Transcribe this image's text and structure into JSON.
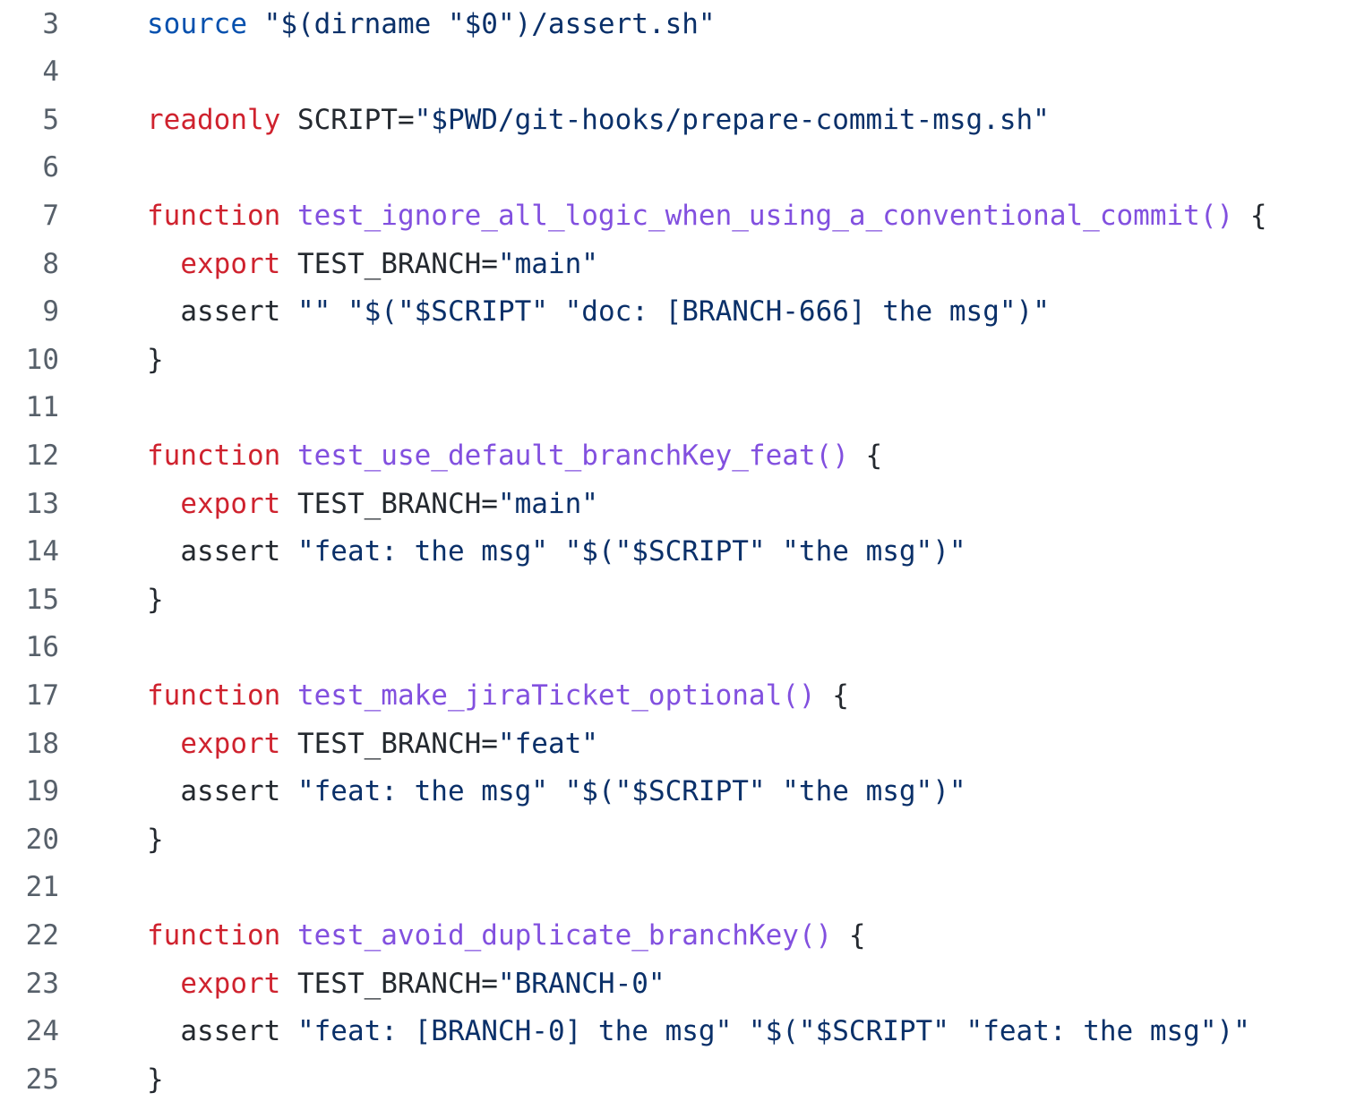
{
  "colors": {
    "background": "#ffffff",
    "line_number": "#57606a",
    "plain": "#24292f",
    "keyword": "#cf222e",
    "builtin": "#0550ae",
    "string": "#0a3069",
    "function": "#8250df"
  },
  "lines": [
    {
      "number": "3",
      "tokens": [
        {
          "type": "builtin",
          "text": "source"
        },
        {
          "type": "plain",
          "text": " "
        },
        {
          "type": "string",
          "text": "\"$(dirname \"$0\")/assert.sh\""
        }
      ]
    },
    {
      "number": "4",
      "tokens": []
    },
    {
      "number": "5",
      "tokens": [
        {
          "type": "keyword",
          "text": "readonly"
        },
        {
          "type": "plain",
          "text": " SCRIPT="
        },
        {
          "type": "string",
          "text": "\"$PWD/git-hooks/prepare-commit-msg.sh\""
        }
      ]
    },
    {
      "number": "6",
      "tokens": []
    },
    {
      "number": "7",
      "tokens": [
        {
          "type": "keyword",
          "text": "function"
        },
        {
          "type": "plain",
          "text": " "
        },
        {
          "type": "function",
          "text": "test_ignore_all_logic_when_using_a_conventional_commit()"
        },
        {
          "type": "plain",
          "text": " {"
        }
      ]
    },
    {
      "number": "8",
      "tokens": [
        {
          "type": "plain",
          "text": "  "
        },
        {
          "type": "keyword",
          "text": "export"
        },
        {
          "type": "plain",
          "text": " TEST_BRANCH="
        },
        {
          "type": "string",
          "text": "\"main\""
        }
      ]
    },
    {
      "number": "9",
      "tokens": [
        {
          "type": "plain",
          "text": "  assert "
        },
        {
          "type": "string",
          "text": "\"\""
        },
        {
          "type": "plain",
          "text": " "
        },
        {
          "type": "string",
          "text": "\"$(\"$SCRIPT\" \"doc: [BRANCH-666] the msg\")\""
        }
      ]
    },
    {
      "number": "10",
      "tokens": [
        {
          "type": "plain",
          "text": "}"
        }
      ]
    },
    {
      "number": "11",
      "tokens": []
    },
    {
      "number": "12",
      "tokens": [
        {
          "type": "keyword",
          "text": "function"
        },
        {
          "type": "plain",
          "text": " "
        },
        {
          "type": "function",
          "text": "test_use_default_branchKey_feat()"
        },
        {
          "type": "plain",
          "text": " {"
        }
      ]
    },
    {
      "number": "13",
      "tokens": [
        {
          "type": "plain",
          "text": "  "
        },
        {
          "type": "keyword",
          "text": "export"
        },
        {
          "type": "plain",
          "text": " TEST_BRANCH="
        },
        {
          "type": "string",
          "text": "\"main\""
        }
      ]
    },
    {
      "number": "14",
      "tokens": [
        {
          "type": "plain",
          "text": "  assert "
        },
        {
          "type": "string",
          "text": "\"feat: the msg\""
        },
        {
          "type": "plain",
          "text": " "
        },
        {
          "type": "string",
          "text": "\"$(\"$SCRIPT\" \"the msg\")\""
        }
      ]
    },
    {
      "number": "15",
      "tokens": [
        {
          "type": "plain",
          "text": "}"
        }
      ]
    },
    {
      "number": "16",
      "tokens": []
    },
    {
      "number": "17",
      "tokens": [
        {
          "type": "keyword",
          "text": "function"
        },
        {
          "type": "plain",
          "text": " "
        },
        {
          "type": "function",
          "text": "test_make_jiraTicket_optional()"
        },
        {
          "type": "plain",
          "text": " {"
        }
      ]
    },
    {
      "number": "18",
      "tokens": [
        {
          "type": "plain",
          "text": "  "
        },
        {
          "type": "keyword",
          "text": "export"
        },
        {
          "type": "plain",
          "text": " TEST_BRANCH="
        },
        {
          "type": "string",
          "text": "\"feat\""
        }
      ]
    },
    {
      "number": "19",
      "tokens": [
        {
          "type": "plain",
          "text": "  assert "
        },
        {
          "type": "string",
          "text": "\"feat: the msg\""
        },
        {
          "type": "plain",
          "text": " "
        },
        {
          "type": "string",
          "text": "\"$(\"$SCRIPT\" \"the msg\")\""
        }
      ]
    },
    {
      "number": "20",
      "tokens": [
        {
          "type": "plain",
          "text": "}"
        }
      ]
    },
    {
      "number": "21",
      "tokens": []
    },
    {
      "number": "22",
      "tokens": [
        {
          "type": "keyword",
          "text": "function"
        },
        {
          "type": "plain",
          "text": " "
        },
        {
          "type": "function",
          "text": "test_avoid_duplicate_branchKey()"
        },
        {
          "type": "plain",
          "text": " {"
        }
      ]
    },
    {
      "number": "23",
      "tokens": [
        {
          "type": "plain",
          "text": "  "
        },
        {
          "type": "keyword",
          "text": "export"
        },
        {
          "type": "plain",
          "text": " TEST_BRANCH="
        },
        {
          "type": "string",
          "text": "\"BRANCH-0\""
        }
      ]
    },
    {
      "number": "24",
      "tokens": [
        {
          "type": "plain",
          "text": "  assert "
        },
        {
          "type": "string",
          "text": "\"feat: [BRANCH-0] the msg\""
        },
        {
          "type": "plain",
          "text": " "
        },
        {
          "type": "string",
          "text": "\"$(\"$SCRIPT\" \"feat: the msg\")\""
        }
      ]
    },
    {
      "number": "25",
      "tokens": [
        {
          "type": "plain",
          "text": "}"
        }
      ]
    }
  ]
}
